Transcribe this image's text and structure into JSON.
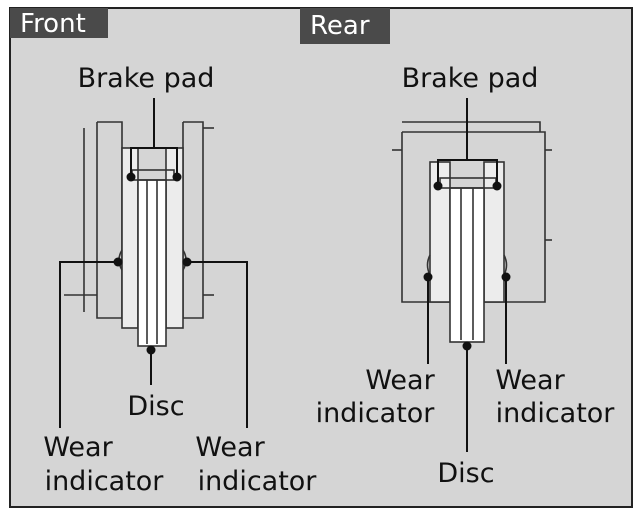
{
  "colors": {
    "panel_background": "#d5d5d5",
    "tab_background": "#4a4a4a",
    "tab_text": "#ffffff",
    "label_text": "#111111",
    "pad_fill": "#ececec",
    "disc_fill": "#ffffff"
  },
  "front": {
    "tab_label": "Front",
    "brake_pad_label": "Brake pad",
    "disc_label": "Disc",
    "wear_left": {
      "line1": "Wear",
      "line2": "indicator"
    },
    "wear_right": {
      "line1": "Wear",
      "line2": "indicator"
    }
  },
  "rear": {
    "tab_label": "Rear",
    "brake_pad_label": "Brake pad",
    "disc_label": "Disc",
    "wear_left": {
      "line1": "Wear",
      "line2": "indicator"
    },
    "wear_right": {
      "line1": "Wear",
      "line2": "indicator"
    }
  }
}
